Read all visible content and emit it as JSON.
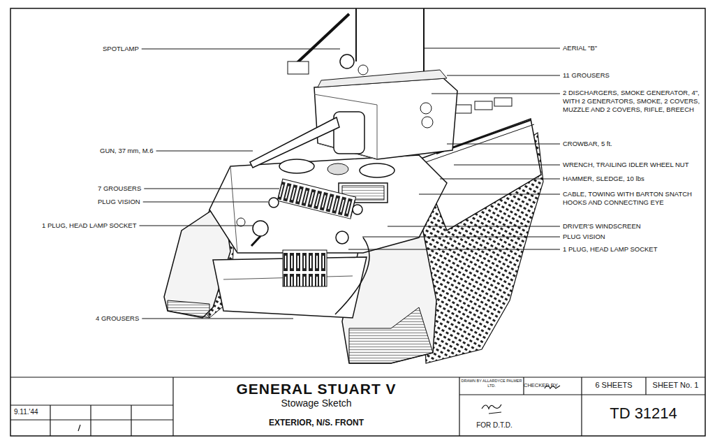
{
  "diagram": {
    "title": "GENERAL STUART V",
    "labels": [
      "SPOTLAMP",
      "GUN, 37 mm, M.6",
      "7 GROUSERS",
      "PLUG VISION",
      "1 PLUG, HEAD LAMP SOCKET",
      "4 GROUSERS",
      "AERIAL \"B\"",
      "11 GROUSERS",
      "2 DISCHARGERS, SMOKE GENERATOR, 4\", WITH 2 GENERATORS, SMOKE, 2 COVERS, MUZZLE AND 2 COVERS, RIFLE, BREECH",
      "CROWBAR, 5 ft.",
      "WRENCH, TRAILING IDLER WHEEL NUT",
      "HAMMER, SLEDGE, 10 lbs",
      "CABLE, TOWING WITH BARTON SNATCH HOOKS AND CONNECTING EYE",
      "DRIVER'S WINDSCREEN",
      "PLUG VISION",
      "1 PLUG, HEAD LAMP SOCKET",
      "Stowage Sketch",
      "EXTERIOR, N/S. FRONT",
      "DRAWN BY ALLARDYCE PALMER LTD.",
      "CHECKED BY",
      "6 SHEETS",
      "SHEET No. 1",
      "FOR D.T.D.",
      "TD 31214",
      "9.11.'44"
    ]
  }
}
